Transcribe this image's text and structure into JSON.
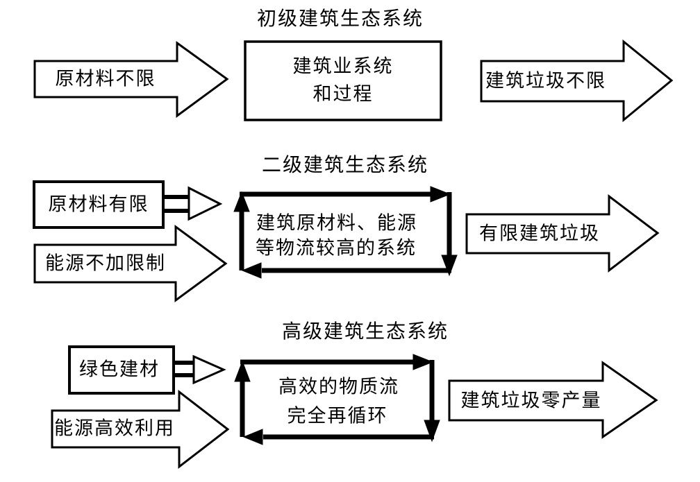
{
  "page": {
    "background_color": "#ffffff",
    "line_color": "#000000",
    "text_color": "#000000"
  },
  "sections": [
    {
      "title": "初级建筑生态系统",
      "inputs": [
        {
          "type": "block-arrow",
          "label": "原材料不限"
        }
      ],
      "center": {
        "type": "box",
        "lines": [
          "建筑业系统",
          "和过程"
        ]
      },
      "output": {
        "type": "block-arrow",
        "label": "建筑垃圾不限"
      }
    },
    {
      "title": "二级建筑生态系统",
      "inputs": [
        {
          "type": "box-with-small-arrow",
          "label": "原材料有限"
        },
        {
          "type": "block-arrow",
          "label": "能源不加限制"
        }
      ],
      "center": {
        "type": "circulation-loop-box",
        "lines": [
          "建筑原材料、能源",
          "等物流较高的系统"
        ]
      },
      "output": {
        "type": "block-arrow",
        "label": "有限建筑垃圾"
      }
    },
    {
      "title": "高级建筑生态系统",
      "inputs": [
        {
          "type": "box-with-small-arrow",
          "label": "绿色建材"
        },
        {
          "type": "block-arrow",
          "label": "能源高效利用"
        }
      ],
      "center": {
        "type": "circulation-loop-box",
        "lines": [
          "高效的物质流",
          "完全再循环"
        ]
      },
      "output": {
        "type": "block-arrow",
        "label": "建筑垃圾零产量"
      }
    }
  ]
}
